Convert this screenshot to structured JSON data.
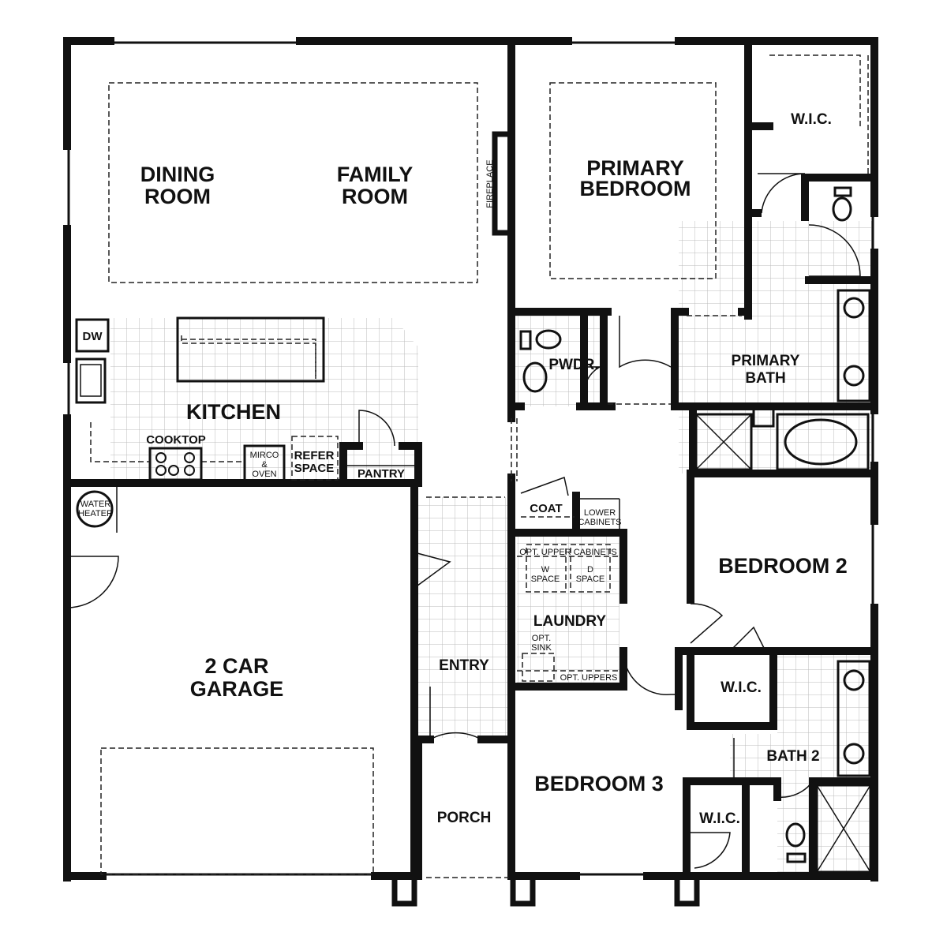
{
  "rooms": {
    "dining": [
      "DINING",
      "ROOM"
    ],
    "family": [
      "FAMILY",
      "ROOM"
    ],
    "primary_bedroom": [
      "PRIMARY",
      "BEDROOM"
    ],
    "wic_primary": "W.I.C.",
    "pwdr": "PWDR.",
    "primary_bath": [
      "PRIMARY",
      "BATH"
    ],
    "kitchen": "KITCHEN",
    "garage": [
      "2 CAR",
      "GARAGE"
    ],
    "entry": "ENTRY",
    "porch": "PORCH",
    "coat": "COAT",
    "laundry": "LAUNDRY",
    "bedroom2": "BEDROOM 2",
    "wic_bed2": "W.I.C.",
    "bath2": "BATH 2",
    "bedroom3": "BEDROOM 3",
    "wic_bed3": "W.I.C."
  },
  "fixtures": {
    "fireplace": "FIREPLACE",
    "dw": "DW",
    "cooktop": "COOKTOP",
    "micro_oven": [
      "MIRCO",
      "&",
      "OVEN"
    ],
    "refer_space": [
      "REFER",
      "SPACE"
    ],
    "pantry": "PANTRY",
    "water_heater": [
      "WATER",
      "HEATER"
    ],
    "lower_cabinets": [
      "LOWER",
      "CABINETS"
    ],
    "opt_upper_cabinets": "OPT. UPPER CABINETS",
    "w_space": [
      "W",
      "SPACE"
    ],
    "d_space": [
      "D",
      "SPACE"
    ],
    "opt_sink": [
      "OPT.",
      "SINK"
    ],
    "opt_uppers": "OPT. UPPERS"
  }
}
